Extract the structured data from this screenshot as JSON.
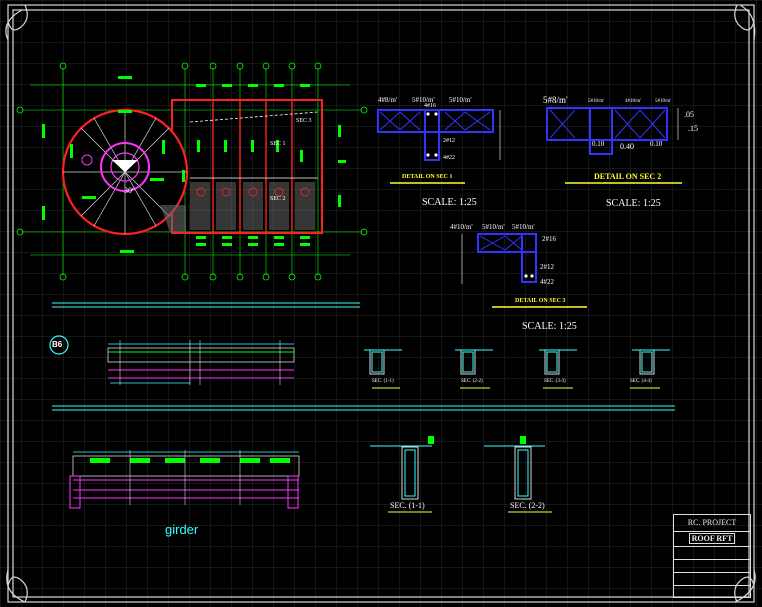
{
  "plan": {
    "sec_labels": [
      "SEC 3",
      "SEC 1",
      "SEC 2"
    ],
    "angle": "30°"
  },
  "details": {
    "sec1": {
      "top_labels": [
        "4#8/m'",
        "5#10/m'",
        "5#10/m'"
      ],
      "bar_labels": [
        "4#16",
        "2#12",
        "4#22"
      ],
      "title": "DETAIL ON SEC 1",
      "scale": "SCALE: 1:25"
    },
    "sec2": {
      "top_labels": [
        "5#8/m'",
        "5#10/m'",
        "4#10/m'",
        "5#10/m'"
      ],
      "dims": [
        ".05",
        ".15",
        "0.10",
        "0.40",
        "0.10"
      ],
      "title": "DETAIL ON SEC 2",
      "scale": "SCALE: 1:25"
    },
    "sec3": {
      "top_labels": [
        "4#10/m'",
        "5#10/m'",
        "5#10/m'"
      ],
      "bar_labels": [
        "2#16",
        "2#12",
        "4#22"
      ],
      "title": "DETAIL ON SEC 3",
      "scale": "SCALE: 1:25"
    }
  },
  "beam": {
    "tag": "B6",
    "sections": [
      "SEC. (1-1)",
      "SEC. (2-2)",
      "SEC. (3-3)",
      "SEC. (4-4)"
    ]
  },
  "girder": {
    "label": "girder",
    "sections": [
      "SEC. (1-1)",
      "SEC. (2-2)"
    ]
  },
  "title_block": {
    "project": "RC. PROJECT",
    "sheet": "ROOF RFT"
  },
  "colors": {
    "background": "#000000",
    "grid": "#2a2a2a",
    "green": "#00ff00",
    "red": "#ff2020",
    "magenta": "#ff33ff",
    "blue": "#3333ff",
    "cyan": "#33ffff",
    "yellow": "#ffff33",
    "white": "#ffffff"
  }
}
